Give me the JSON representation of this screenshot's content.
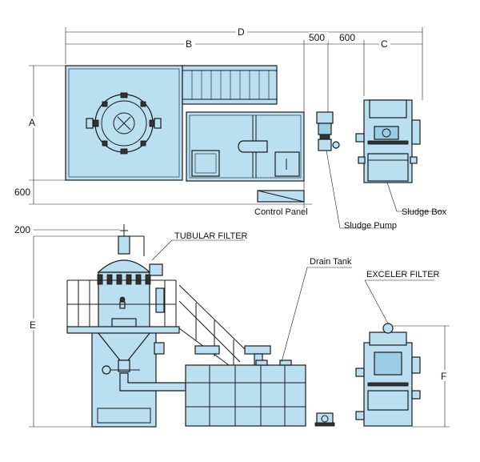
{
  "dimensions": {
    "A": "A",
    "B": "B",
    "C": "C",
    "D": "D",
    "E": "E",
    "F": "F",
    "d500": "500",
    "d600_top": "600",
    "d600_left": "600",
    "d200": "200"
  },
  "labels": {
    "control_panel": "Control Panel",
    "sludge_pump": "Sludge Pump",
    "sludge_box": "Sludge Box",
    "tubular_filter": "TUBULAR FILTER",
    "drain_tank": "Drain Tank",
    "exceler_filter": "EXCELER FILTER"
  },
  "colors": {
    "equipment_fill": "#b9dff0",
    "equipment_dark": "#9ccde6",
    "outline": "#1a1a1a"
  }
}
